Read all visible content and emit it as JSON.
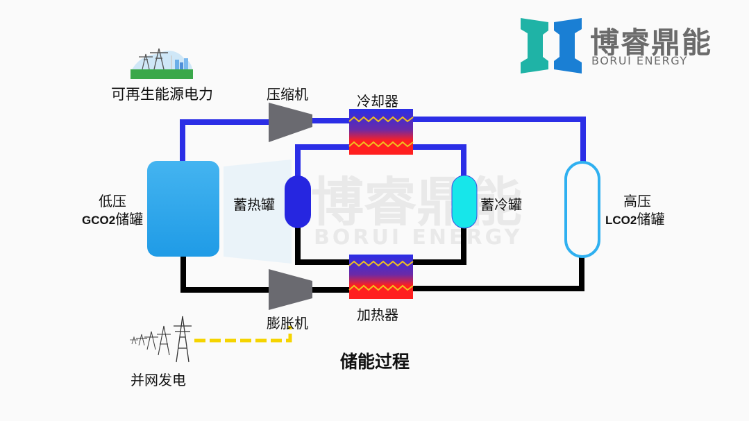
{
  "brand": {
    "name_cn": "博睿鼎能",
    "name_en": "BORUI ENERGY",
    "colors": {
      "logo_teal": "#1fb3a6",
      "logo_blue": "#1a7fd4",
      "text_gray": "#6b6b6b"
    }
  },
  "watermark": {
    "name_cn": "博睿鼎能",
    "name_en": "BORUI ENERGY"
  },
  "nodes": {
    "renewable": {
      "label": "可再生能源电力",
      "icon": "renewable-power-scene-icon"
    },
    "compressor": {
      "label": "压缩机",
      "icon": "compressor-icon"
    },
    "cooler": {
      "label": "冷却器",
      "icon": "heat-exchanger-icon"
    },
    "low_pressure_tank": {
      "label_line1": "低压",
      "label_line2_code": "GCO2",
      "label_line2_text": "储罐"
    },
    "heat_storage": {
      "label": "蓄热罐"
    },
    "cold_storage": {
      "label": "蓄冷罐"
    },
    "high_pressure_tank": {
      "label_line1": "高压",
      "label_line2_code": "LCO2",
      "label_line2_text": "储罐"
    },
    "expander": {
      "label": "膨胀机",
      "icon": "expander-icon"
    },
    "heater": {
      "label": "加热器",
      "icon": "heat-exchanger-icon"
    },
    "grid": {
      "label": "并网发电",
      "icon": "transmission-towers-icon"
    }
  },
  "process_title": "储能过程",
  "colors": {
    "pipe_blue": "#2b2ee6",
    "pipe_black": "#000000",
    "signal_yellow": "#f5d400",
    "low_tank": "#2aa3ea",
    "high_tank_outline": "#2fb0f0",
    "heat_tank": "#2626e0",
    "cold_tank": "#17e6ea",
    "machine_gray": "#6a6a70",
    "hx_top": "#2b2ee6",
    "hx_bottom": "#ff1f1f",
    "hx_zigzag": "#f0c020"
  }
}
